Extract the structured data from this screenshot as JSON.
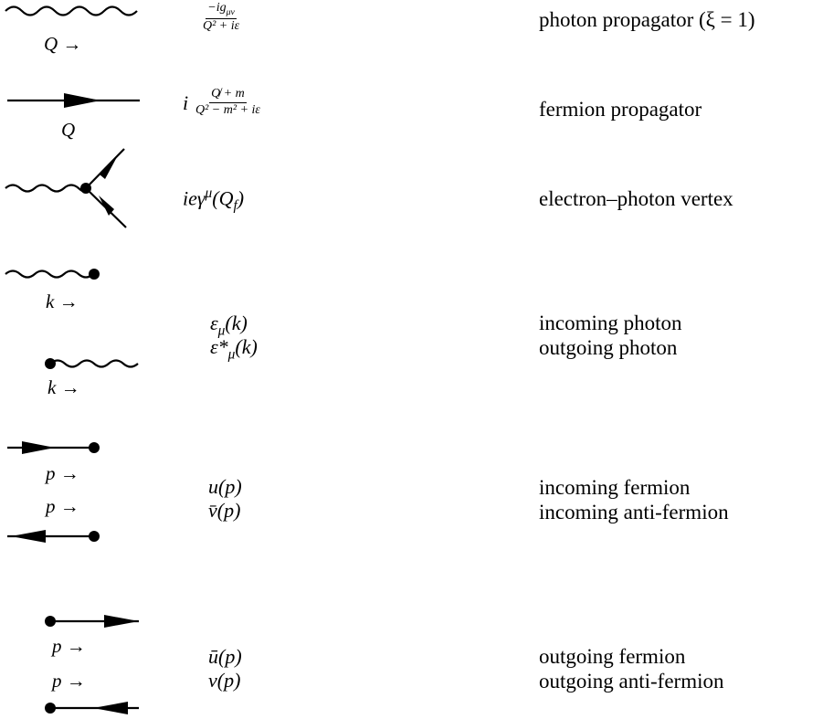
{
  "rules": [
    {
      "diagram": "photon-propagator",
      "momentum": "Q →",
      "factor": {
        "prefix": "",
        "num": "−ig_{μν}",
        "den": "Q² + iε"
      },
      "description": "photon propagator (ξ = 1)"
    },
    {
      "diagram": "fermion-propagator",
      "momentum": "Q",
      "factor": {
        "prefix": "i",
        "num": "Q̸ + m",
        "den": "Q² − m² + iε"
      },
      "description": "fermion propagator"
    },
    {
      "diagram": "electron-photon-vertex",
      "factor": "ieγ^μ(Q_f)",
      "description": "electron–photon vertex"
    },
    {
      "diagram": "incoming-photon",
      "momentum": "k →",
      "factor": "ε_μ(k)",
      "description": "incoming photon"
    },
    {
      "diagram": "outgoing-photon",
      "momentum": "k →",
      "factor": "ε*_μ(k)",
      "description": "outgoing photon"
    },
    {
      "diagram": "incoming-fermion",
      "momentum": "p →",
      "factor": "u(p)",
      "description": "incoming fermion"
    },
    {
      "diagram": "incoming-anti-fermion",
      "momentum": "p →",
      "factor": "v̄(p)",
      "description": "incoming anti-fermion"
    },
    {
      "diagram": "outgoing-fermion",
      "momentum": "p →",
      "factor": "ū(p)",
      "description": "outgoing fermion"
    },
    {
      "diagram": "outgoing-anti-fermion",
      "momentum": "p →",
      "factor": "v(p)",
      "description": "outgoing anti-fermion"
    }
  ],
  "colors": {
    "ink": "#000000",
    "background": "#ffffff"
  }
}
